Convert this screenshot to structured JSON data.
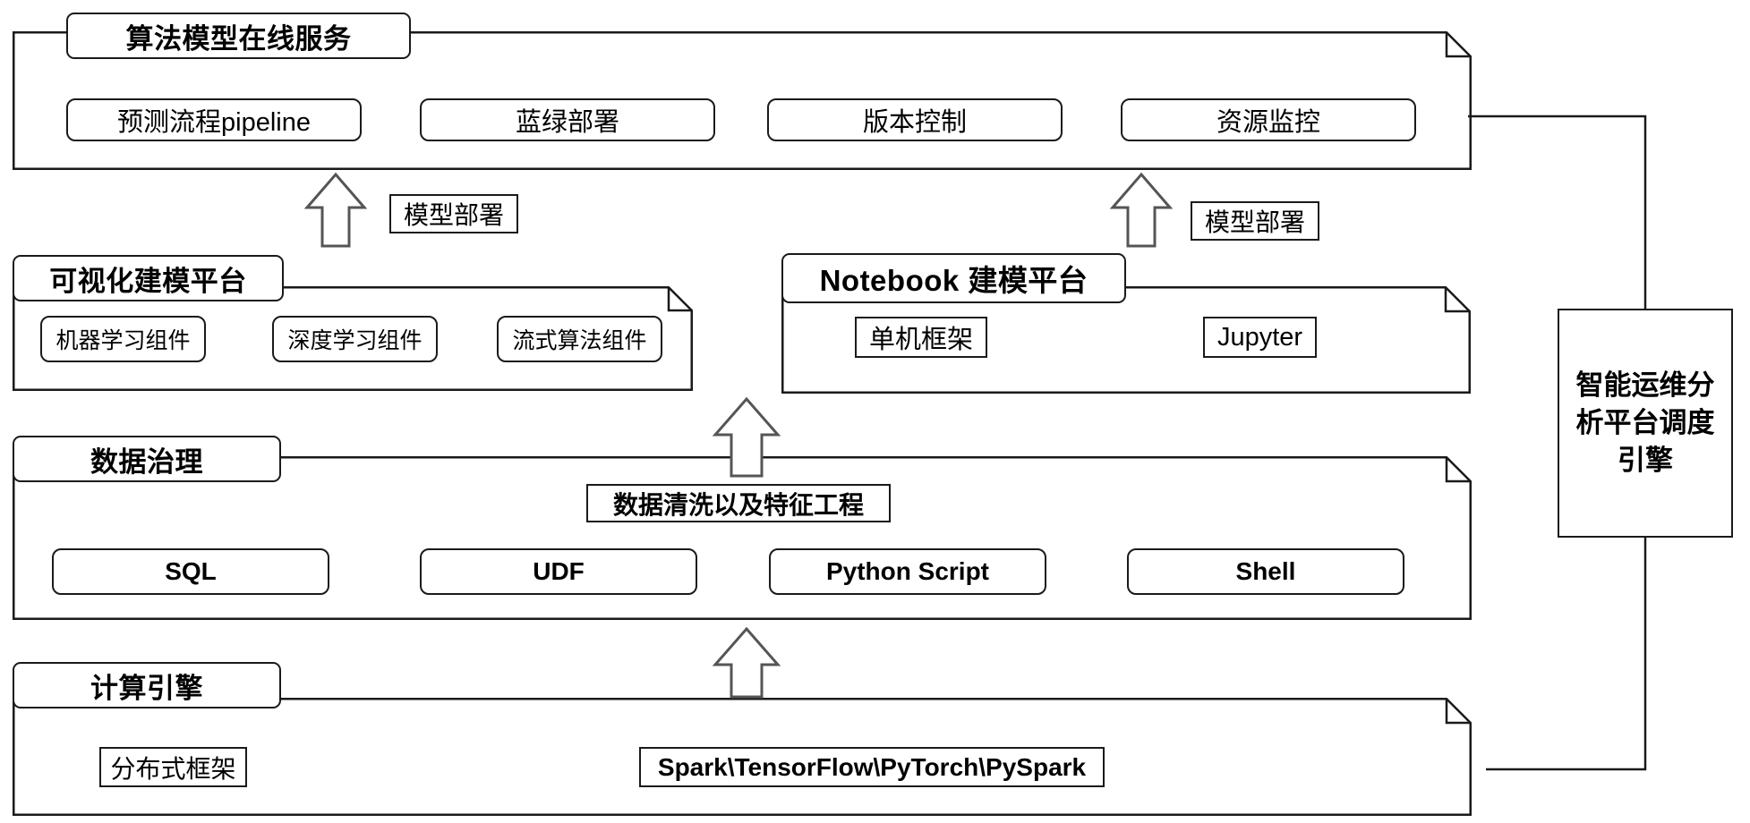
{
  "diagram": {
    "title": "算法模型在线服务",
    "layers": [
      {
        "id": "online-service",
        "label": "算法模型在线服务",
        "items": [
          "预测流程pipeline",
          "蓝绿部署",
          "版本控制",
          "资源监控"
        ]
      },
      {
        "id": "visual-modeling",
        "label": "可视化建模平台",
        "items": [
          "机器学习组件",
          "深度学习组件",
          "流式算法组件"
        ]
      },
      {
        "id": "notebook-modeling",
        "label": "Notebook 建模平台",
        "items": [
          "单机框架",
          "Jupyter"
        ]
      },
      {
        "id": "data-governance",
        "label": "数据治理",
        "items": [
          "SQL",
          "UDF",
          "Python Script",
          "Shell"
        ]
      },
      {
        "id": "compute-engine",
        "label": "计算引擎",
        "items": [
          "分布式框架",
          "Spark\\TensorFlow\\PyTorch\\PySpark"
        ]
      }
    ],
    "annotations": {
      "deploy_left": "模型部署",
      "deploy_right": "模型部署",
      "data_cleaning": "数据清洗以及特征工程"
    },
    "engine": {
      "label": "智能运维分析平台调度引擎",
      "line1": "智能运维分",
      "line2": "析平台调度",
      "line3": "引擎"
    },
    "colors": {
      "stroke": "#1a1a1a",
      "background": "#ffffff"
    }
  }
}
